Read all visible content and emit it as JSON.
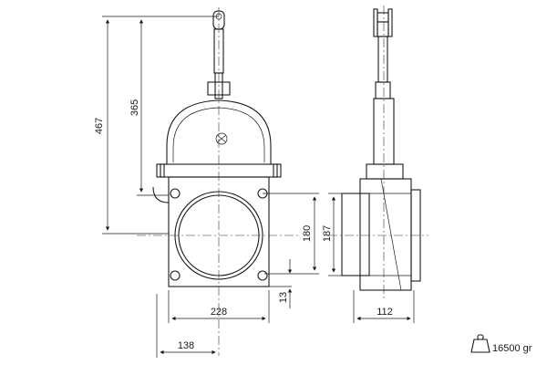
{
  "dimensions": {
    "overall_height": "467",
    "stem_height": "365",
    "flange_width": "228",
    "bore_height": "180",
    "bore_outer_height": "187",
    "flange_offset": "13",
    "side_width": "112",
    "center_offset": "138"
  },
  "weight": {
    "value": "16500 gr",
    "icon": "weight-icon"
  },
  "colors": {
    "line": "#1a1a1a",
    "background": "#ffffff"
  }
}
